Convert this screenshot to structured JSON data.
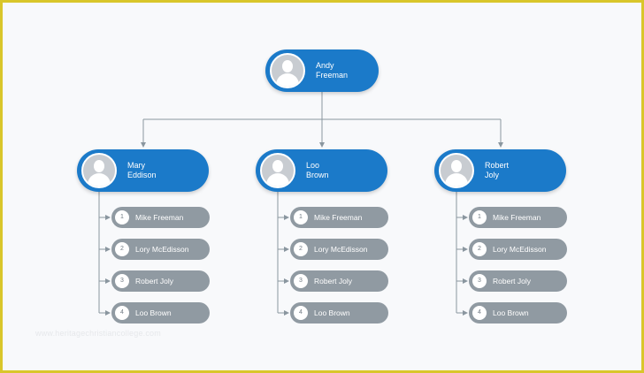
{
  "root": {
    "first": "Andy",
    "last": "Freeman"
  },
  "managers": [
    {
      "first": "Mary",
      "last": "Eddison",
      "reports": [
        {
          "num": "1",
          "name": "Mike Freeman"
        },
        {
          "num": "2",
          "name": "Lory McEdisson"
        },
        {
          "num": "3",
          "name": "Robert Joly"
        },
        {
          "num": "4",
          "name": "Loo Brown"
        }
      ]
    },
    {
      "first": "Loo",
      "last": "Brown",
      "reports": [
        {
          "num": "1",
          "name": "Mike Freeman"
        },
        {
          "num": "2",
          "name": "Lory McEdisson"
        },
        {
          "num": "3",
          "name": "Robert Joly"
        },
        {
          "num": "4",
          "name": "Loo Brown"
        }
      ]
    },
    {
      "first": "Robert",
      "last": "Joly",
      "reports": [
        {
          "num": "1",
          "name": "Mike Freeman"
        },
        {
          "num": "2",
          "name": "Lory McEdisson"
        },
        {
          "num": "3",
          "name": "Robert Joly"
        },
        {
          "num": "4",
          "name": "Loo Brown"
        }
      ]
    }
  ],
  "watermark": "www.heritagechristiancollege.com",
  "colors": {
    "node": "#1b7ac9",
    "subnode": "#909aa2",
    "connector": "#8a969f",
    "border": "#d9c62a"
  }
}
